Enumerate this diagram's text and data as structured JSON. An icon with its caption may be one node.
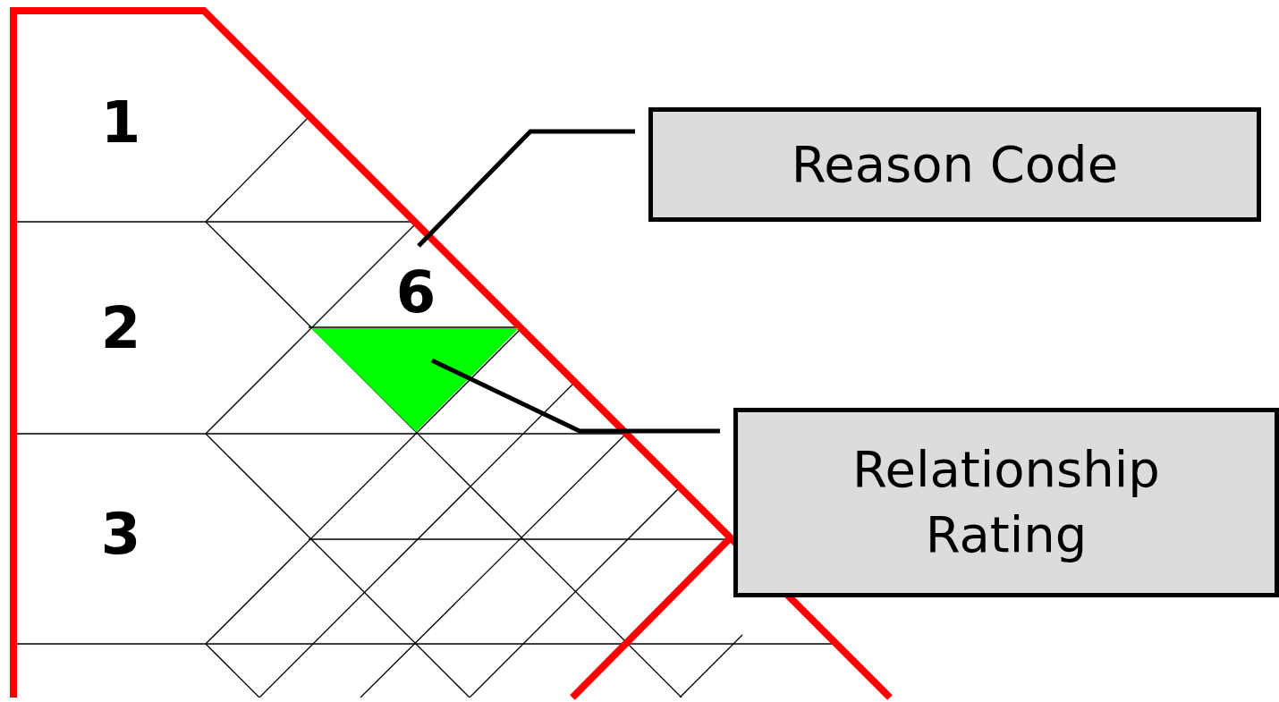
{
  "diagram": {
    "nodes": [
      {
        "text": [
          "Reason Code"
        ]
      },
      {
        "text": [
          "Relationship Rating"
        ]
      },
      {
        "text": [
          "6"
        ]
      },
      {
        "text": [],
        "shape": "triangle"
      }
    ],
    "edges": [
      {
        "from": 0,
        "to": 2,
        "arrow": "none"
      },
      {
        "from": 1,
        "to": 3,
        "arrow": "none"
      }
    ],
    "labels": [
      "1",
      "2",
      "3"
    ]
  }
}
